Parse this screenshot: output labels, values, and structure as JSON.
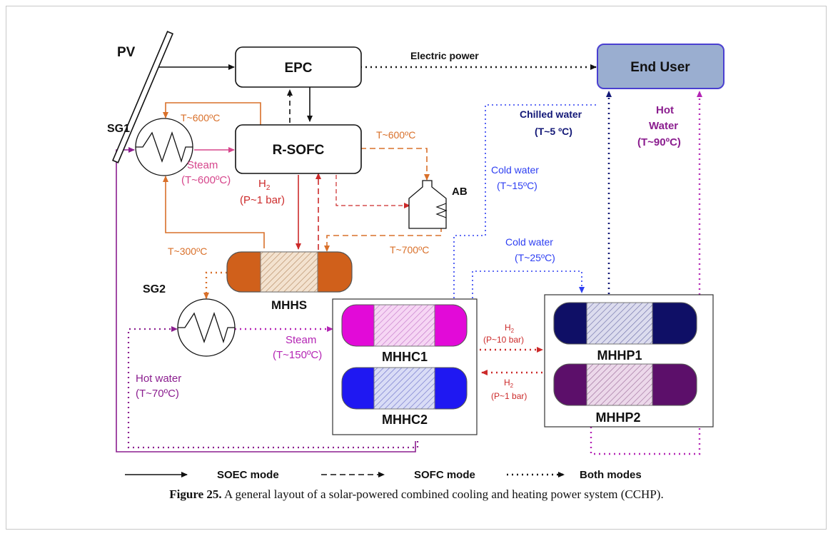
{
  "colors": {
    "orange": "#d9702a",
    "red": "#cc2a2a",
    "blue": "#2d3ef2",
    "navy": "#131877",
    "purple": "#8b1e8f",
    "magenta": "#b424b4",
    "pink": "#d6468c",
    "end_user_fill": "#9aaed0",
    "end_user_border": "#4a3fd0"
  },
  "components": {
    "pv": "PV",
    "epc": "EPC",
    "end_user": "End User",
    "rsofc": "R-SOFC",
    "sg1": "SG1",
    "sg2": "SG2",
    "ab": "AB",
    "mhhs": "MHHS",
    "mhhc1": "MHHC1",
    "mhhc2": "MHHC2",
    "mhhp1": "MHHP1",
    "mhhp2": "MHHP2"
  },
  "labels": {
    "electric_power": "Electric power",
    "sg1_top_temp": "T~600ºC",
    "steam_label": "Steam",
    "steam_temp": "(T~600ºC)",
    "h2": "H",
    "h2_sub": "2",
    "h2_pressure": "(P~1 bar)",
    "rsofc_out_temp": "T~600ºC",
    "ab_out_temp": "T~700ºC",
    "mhhs_temp": "T~300ºC",
    "cold_water_1": "Cold water",
    "cold_water_1_temp": "(T~15ºC)",
    "cold_water_2": "Cold water",
    "cold_water_2_temp": "(T~25ºC)",
    "chilled_water": "Chilled water",
    "chilled_water_temp": "(T~5 ºC)",
    "hot_water_top_1": "Hot",
    "hot_water_top_2": "Water",
    "hot_water_top_temp": "(T~90ºC)",
    "steam2_label": "Steam",
    "steam2_temp": "(T~150ºC)",
    "hot_water_2": "Hot water",
    "hot_water_2_temp": "(T~70ºC)",
    "h2_10_pressure": "(P~10 bar)",
    "h2_1_pressure": "(P~1 bar)"
  },
  "legend": {
    "soec": "SOEC mode",
    "sofc": "SOFC mode",
    "both": "Both modes"
  },
  "caption": {
    "label": "Figure 25.",
    "text": " A general layout of a solar-powered combined cooling and heating power system (CCHP)."
  }
}
